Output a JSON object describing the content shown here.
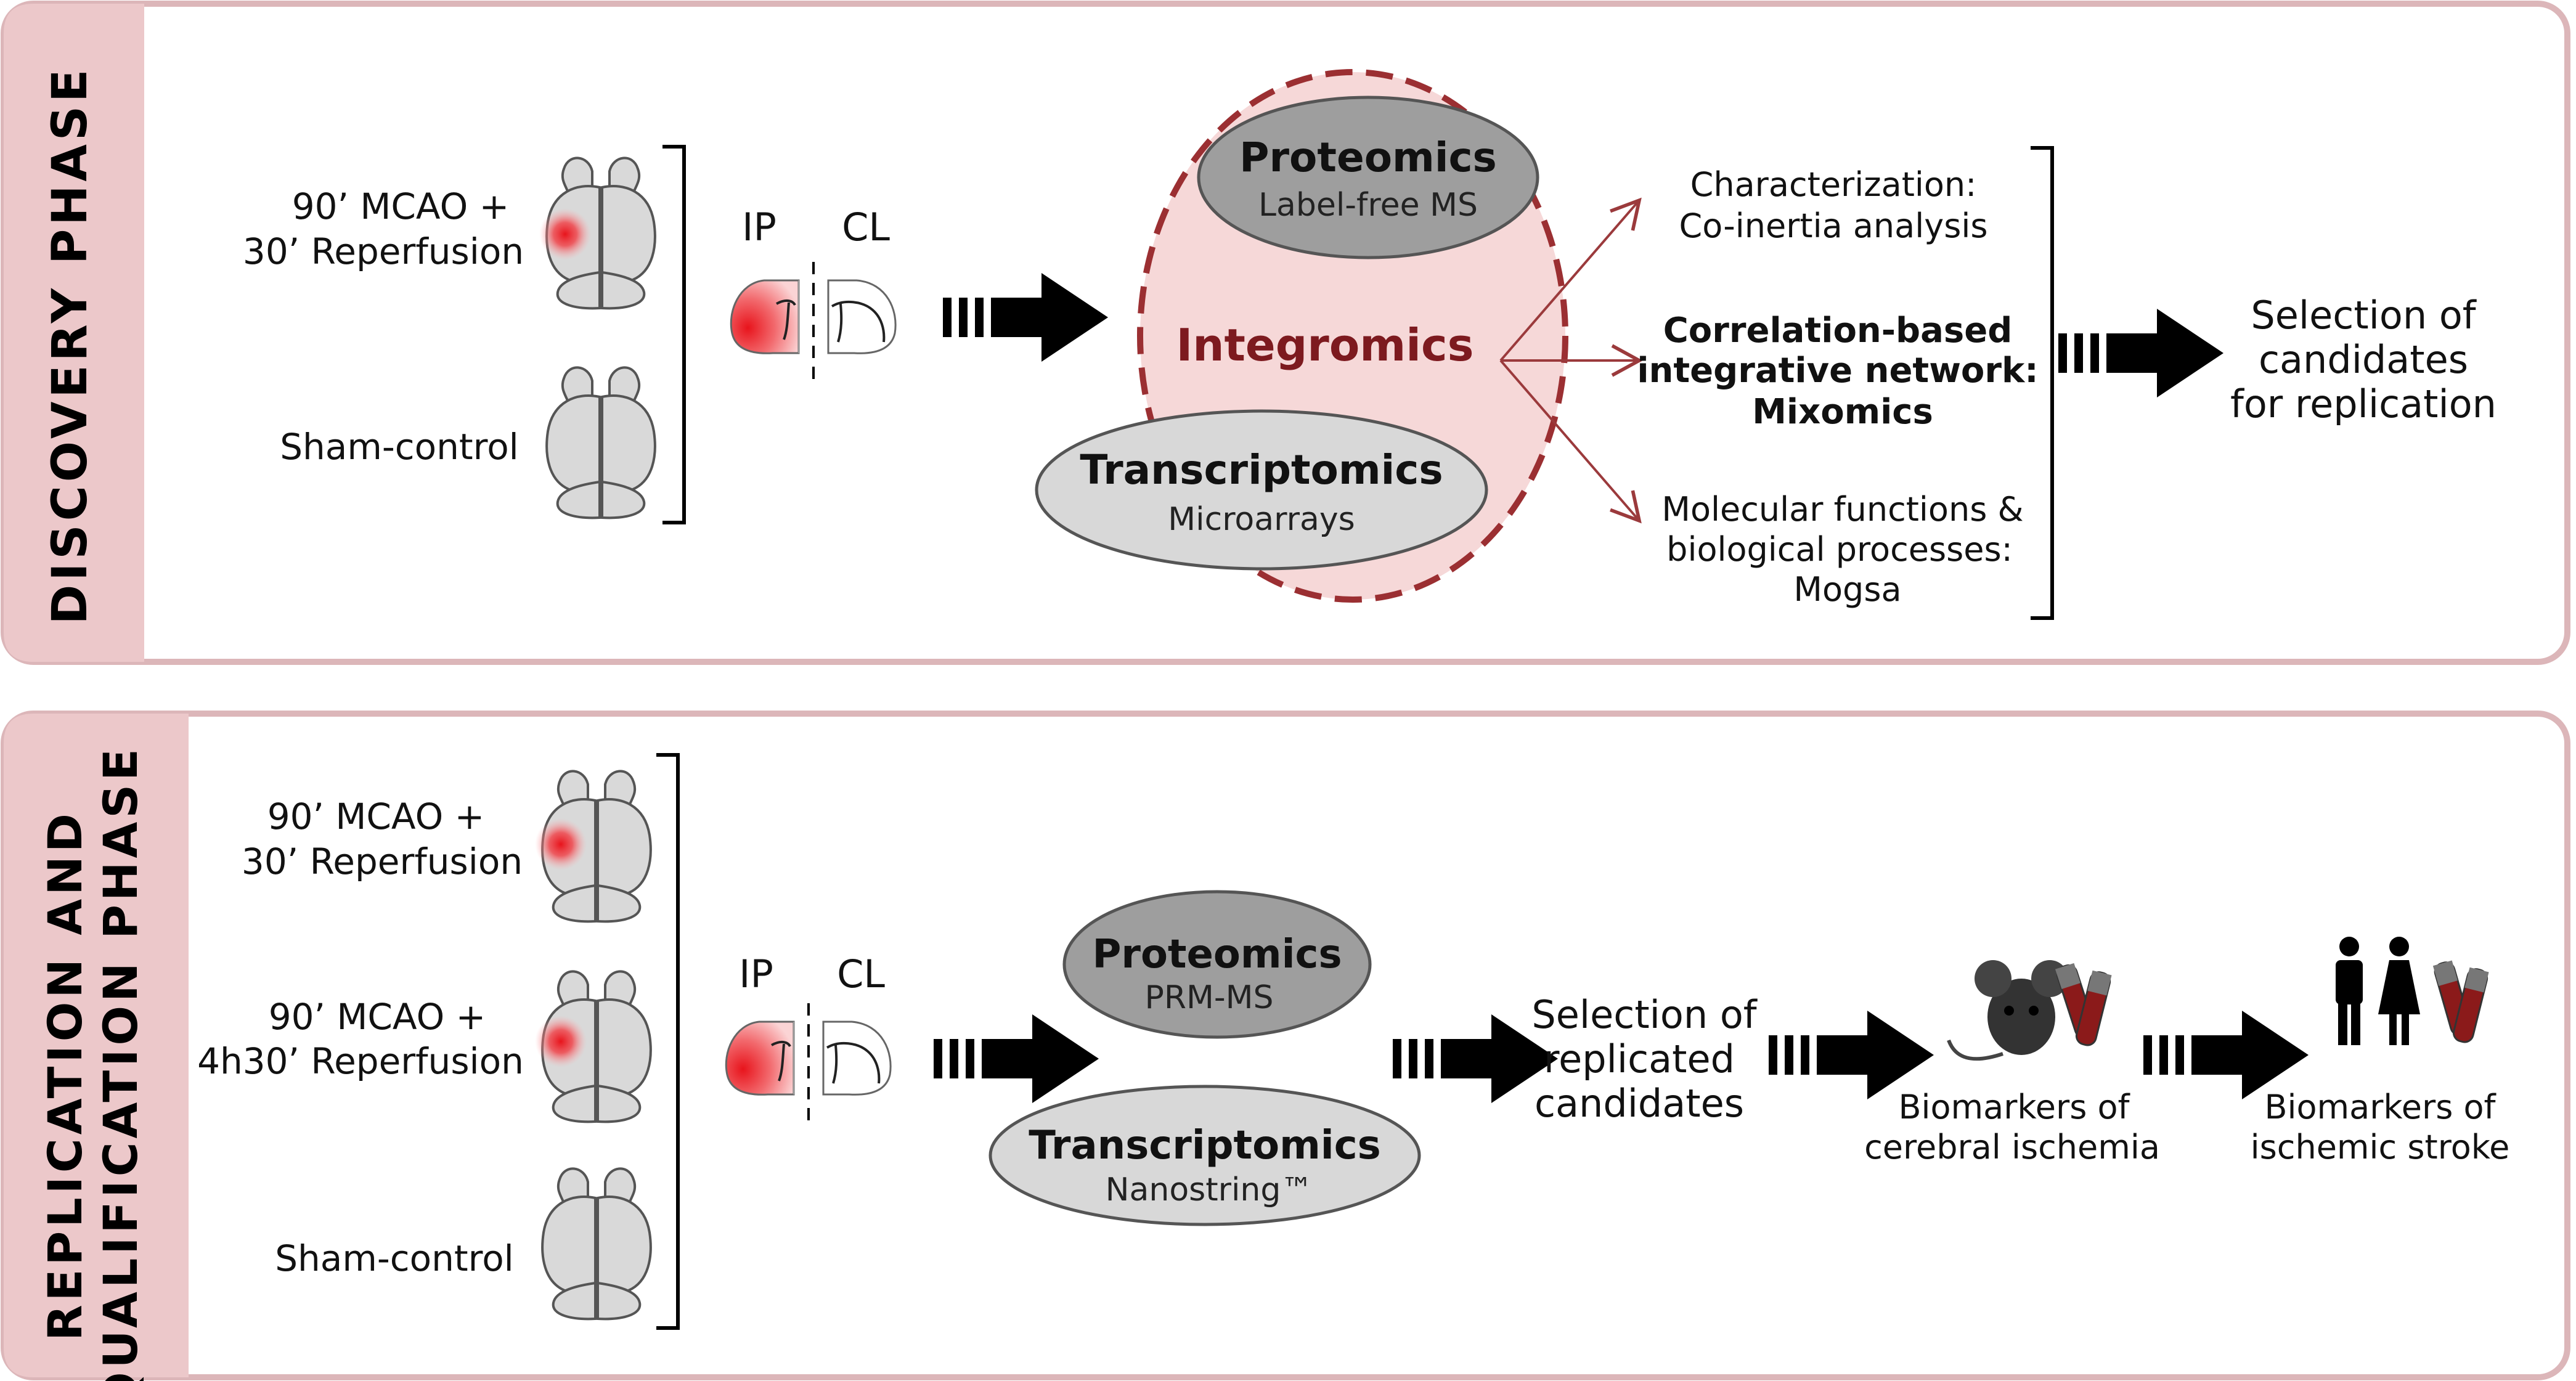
{
  "discovery": {
    "phase_label": "DISCOVERY PHASE",
    "conditions": [
      "90’ MCAO +",
      "30’ Reperfusion",
      "Sham-control"
    ],
    "ip_label": "IP",
    "cl_label": "CL",
    "proteomics_title": "Proteomics",
    "proteomics_sub": "Label-free MS",
    "integromics": "Integromics",
    "transcriptomics_title": "Transcriptomics",
    "transcriptomics_sub": "Microarrays",
    "analysis1": [
      "Characterization:",
      "Co-inertia analysis"
    ],
    "analysis2": [
      "Correlation-based",
      "integrative network:",
      "Mixomics"
    ],
    "analysis3": [
      "Molecular functions &",
      "biological processes:",
      "Mogsa"
    ],
    "selection": [
      "Selection of",
      "candidates",
      "for replication"
    ]
  },
  "replication": {
    "phase_label_1": "REPLICATION AND",
    "phase_label_2": "QUALIFICATION PHASE",
    "cond1": [
      "90’ MCAO +",
      "30’ Reperfusion"
    ],
    "cond2": [
      "90’ MCAO +",
      "4h30’ Reperfusion"
    ],
    "cond3": "Sham-control",
    "ip_label": "IP",
    "cl_label": "CL",
    "proteomics_title": "Proteomics",
    "proteomics_sub": "PRM-MS",
    "transcriptomics_title": "Transcriptomics",
    "transcriptomics_sub": "Nanostring™",
    "selection": [
      "Selection of",
      "replicated",
      "candidates"
    ],
    "biomarkers_cerebral": [
      "Biomarkers of",
      "cerebral ischemia"
    ],
    "biomarkers_stroke": [
      "Biomarkers of",
      "ischemic stroke"
    ]
  },
  "colors": {
    "panel_border": "#dcb6b9",
    "label_fill": "#ecc8ca",
    "integromics_fill": "#f6d8d8",
    "integromics_border": "#9b2f32",
    "integromics_text": "#7d1a1f",
    "proteomics_fill": "#9e9e9e",
    "transcriptomics_fill": "#d8d8d8",
    "brain_fill": "#d9d9d9",
    "lesion": "#e8141c",
    "arrow": "#000000",
    "connector": "#9b3a3c"
  }
}
